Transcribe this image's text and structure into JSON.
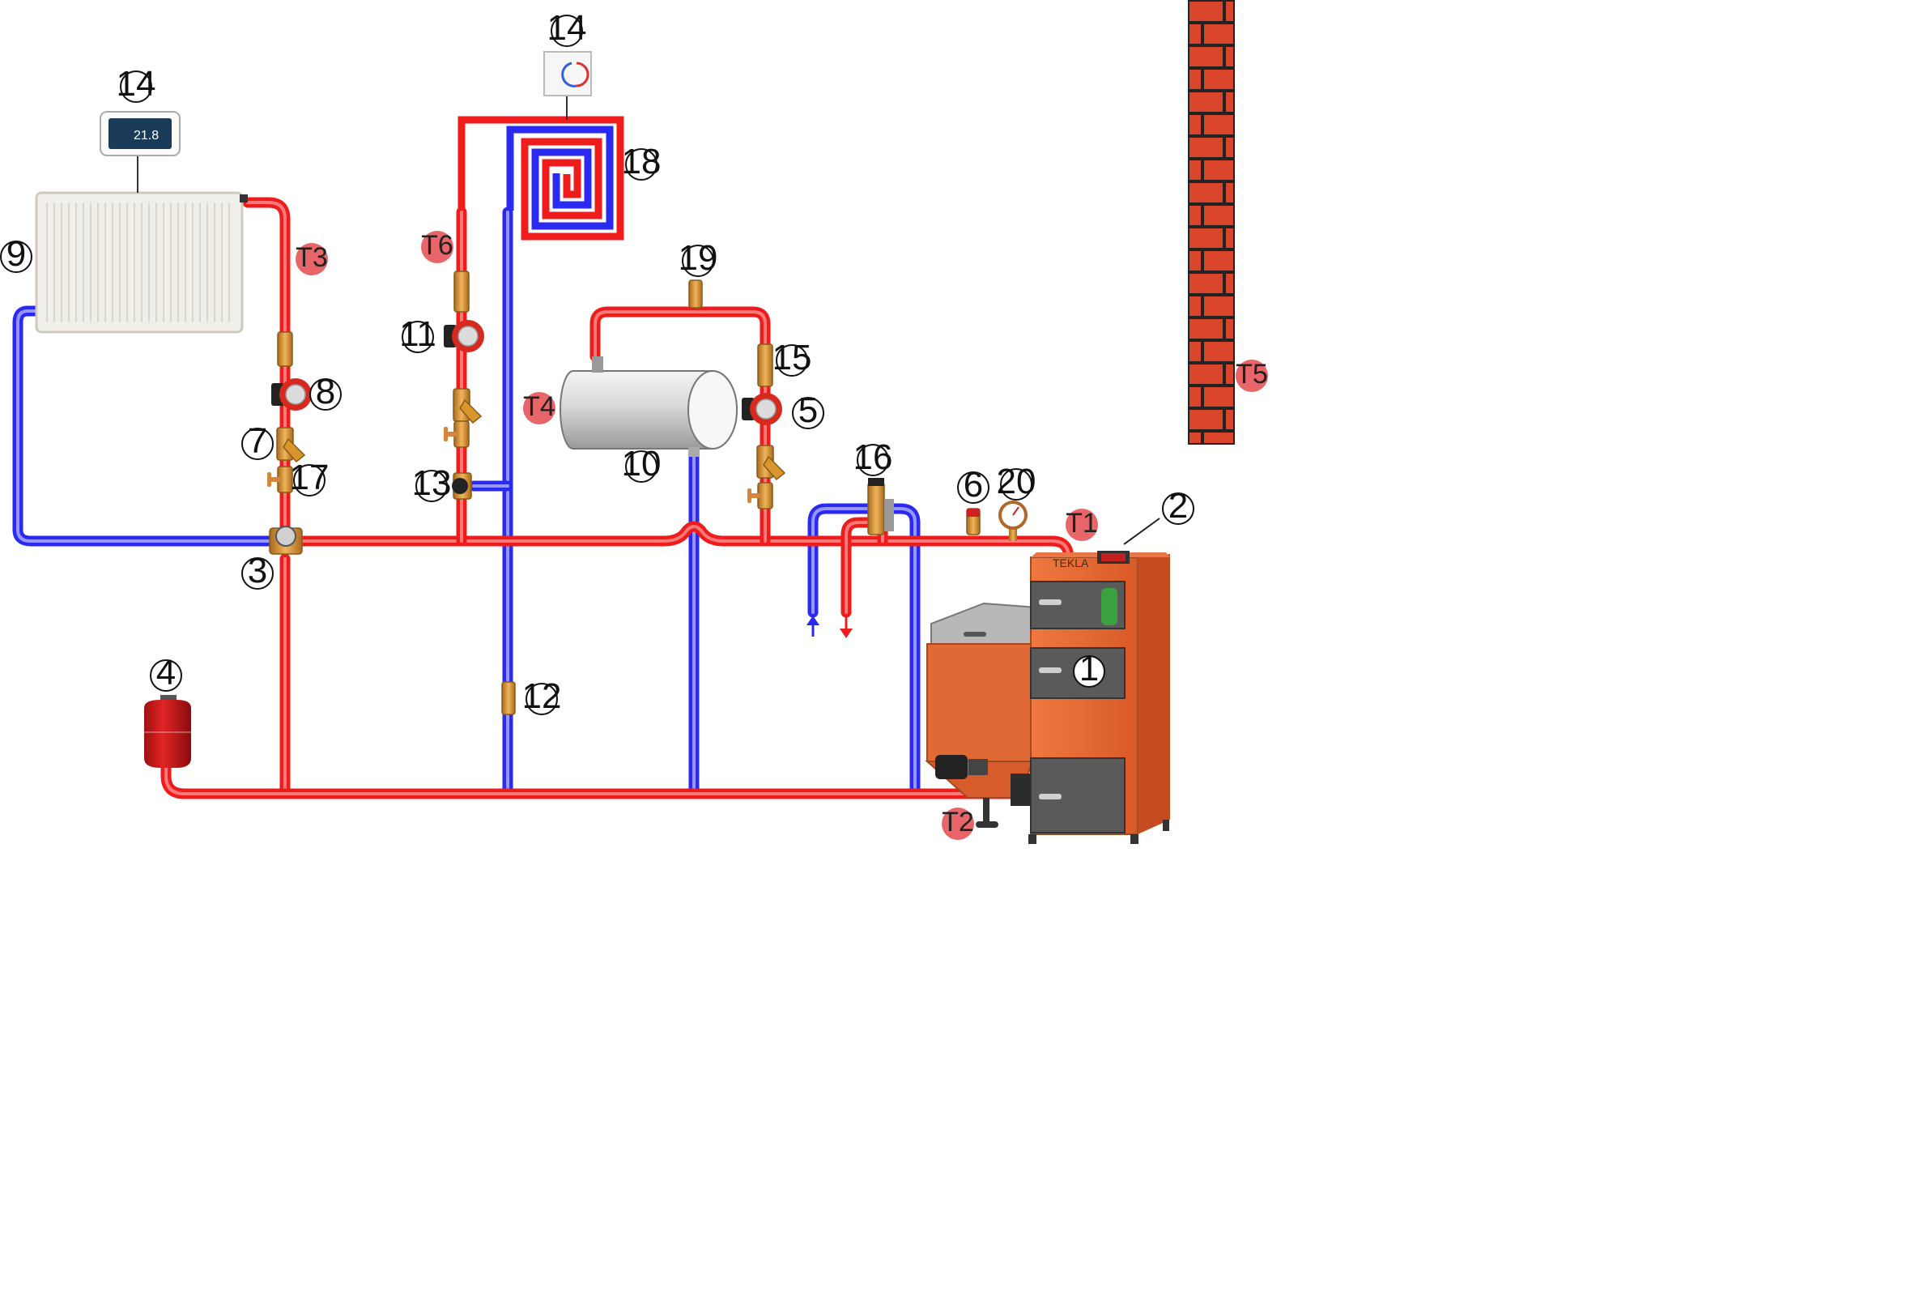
{
  "colors": {
    "hot": "#ef1c1c",
    "hot_light": "#ff8a8a",
    "cold": "#2a2af0",
    "cold_light": "#a9a9ff",
    "sensor": "#e8666a",
    "brick": "#d8452b",
    "boiler": "#ee6a35",
    "brass": "#c98a2e"
  },
  "labels": {
    "n1": "1",
    "n2": "2",
    "n3": "3",
    "n4": "4",
    "n5": "5",
    "n6": "6",
    "n7": "7",
    "n8": "8",
    "n9": "9",
    "n10": "10",
    "n11": "11",
    "n12": "12",
    "n13": "13",
    "n14_room": "14",
    "n14_floor": "14",
    "n15": "15",
    "n16": "16",
    "n17": "17",
    "n18": "18",
    "n19": "19",
    "n20": "20"
  },
  "sensors": {
    "t1": "T1",
    "t2": "T2",
    "t3": "T3",
    "t4": "T4",
    "t5": "T5",
    "t6": "T6"
  },
  "devices": {
    "room_panel_value": "21.8",
    "boiler_brand": "TEKLA"
  },
  "icons": {
    "pump": "circulation-pump-icon",
    "valve": "ball-valve-icon",
    "filter": "strainer-icon",
    "vent": "air-vent-icon",
    "gauge": "pressure-gauge-icon",
    "thermostat": "room-thermostat-icon",
    "arrow_up": "cold-inlet-arrow-icon",
    "arrow_down": "hot-outlet-arrow-icon"
  }
}
